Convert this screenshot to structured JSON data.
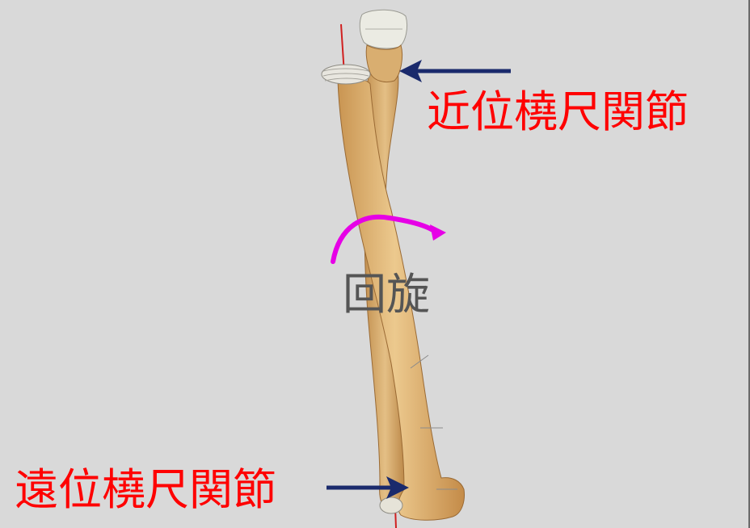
{
  "labels": {
    "proximal_joint": "近位橈尺関節",
    "distal_joint": "遠位橈尺関節",
    "rotation": "回旋"
  },
  "colors": {
    "background": "#d9d9d9",
    "label_red": "#ff0000",
    "label_gray": "#555555",
    "arrow_navy": "#1a2a6c",
    "rotation_arrow": "#e600e6",
    "bone": "#e2b979"
  },
  "icons": {
    "pointer_arrows": "arrow-left-icon",
    "rotation": "rotate-curved-arrow-icon"
  }
}
